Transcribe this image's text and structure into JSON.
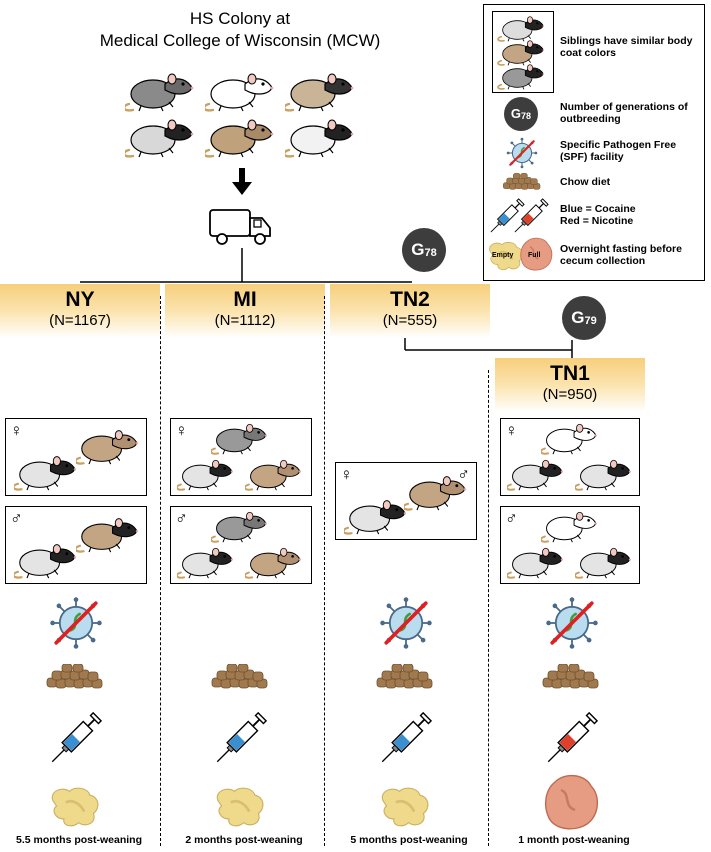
{
  "title": {
    "line1": "HS Colony at",
    "line2": "Medical College of Wisconsin (MCW)"
  },
  "legend": {
    "siblings": "Siblings have similar body coat colors",
    "generations": "Number of generations of outbreeding",
    "spf": "Specific Pathogen Free (SPF) facility",
    "chow": "Chow diet",
    "drug_blue": "Blue = Cocaine",
    "drug_red": "Red = Nicotine",
    "fasting": "Overnight fasting before cecum collection",
    "empty_label": "Empty",
    "full_label": "Full",
    "badge": {
      "g": "G",
      "num": "78"
    }
  },
  "badges": {
    "g78": {
      "g": "G",
      "num": "78"
    },
    "g79": {
      "g": "G",
      "num": "79"
    }
  },
  "sites": [
    {
      "name": "NY",
      "n": "(N=1167)",
      "duration": "5.5 months post-weaning"
    },
    {
      "name": "MI",
      "n": "(N=1112)",
      "duration": "2 months post-weaning"
    },
    {
      "name": "TN2",
      "n": "(N=555)",
      "duration": "5 months post-weaning"
    },
    {
      "name": "TN1",
      "n": "(N=950)",
      "duration": "1 month post-weaning"
    }
  ],
  "symbols": {
    "female": "♀",
    "male": "♂"
  },
  "colors": {
    "banner_top": "#f7cf7c",
    "badge": "#3d3d3d",
    "cocaine": "#3a8fd0",
    "nicotine": "#e0402a",
    "spf_cross": "#e02020",
    "chow": "#a07a4e",
    "cecum_empty": "#efd98a",
    "cecum_full": "#e59c83"
  },
  "icons": [
    "rat-icon",
    "truck-icon",
    "arrow-down-icon",
    "virus-icon",
    "chow-icon",
    "syringe-icon",
    "cecum-icon"
  ]
}
